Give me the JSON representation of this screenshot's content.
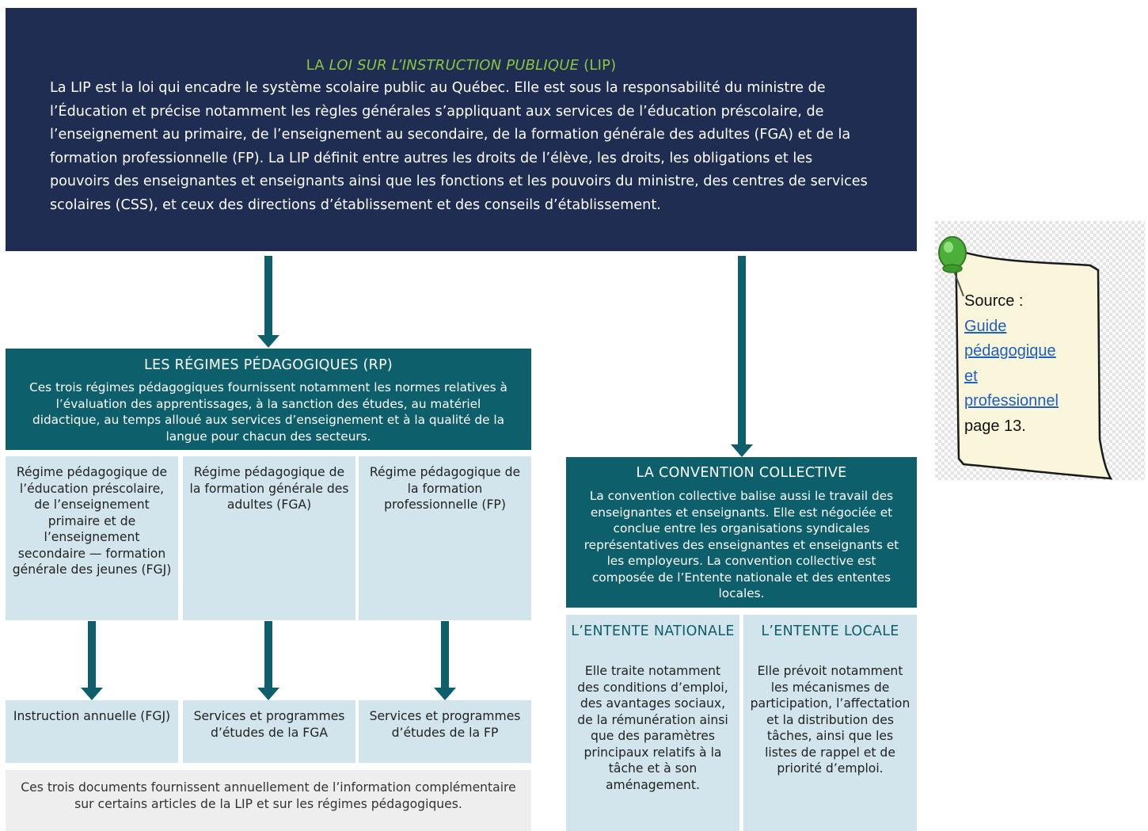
{
  "lip": {
    "title_prefix": "LA ",
    "title_italic": "LOI SUR L’INSTRUCTION PUBLIQUE",
    "title_suffix": " (LIP)",
    "body": "La LIP est la loi qui encadre le système scolaire public au Québec. Elle est sous la responsabilité du ministre de l’Éducation et précise notamment les règles générales s’appliquant aux services de l’éducation préscolaire, de l’enseignement au primaire, de l’enseignement au secondaire, de la formation générale des adultes (FGA) et de la formation professionnelle (FP). La LIP définit entre autres les droits de l’élève, les droits, les obligations et les pouvoirs des enseignantes et enseignants ainsi que les fonctions et les pouvoirs du ministre, des centres de services scolaires (CSS), et ceux des directions d’établissement et des conseils d’établissement."
  },
  "rp": {
    "title": "LES RÉGIMES PÉDAGOGIQUES (RP)",
    "body": "Ces trois régimes pédagogiques fournissent notamment les normes relatives à l’évaluation des apprentissages, à la sanction des études, au matériel didactique, au temps alloué aux services d’enseignement et à la qualité de la langue pour chacun des secteurs."
  },
  "regimes": [
    "Régime pédagogique de l’éducation préscolaire, de l’enseignement primaire et de l’enseignement secondaire — formation générale des jeunes (FGJ)",
    "Régime pédagogique de la formation générale des adultes (FGA)",
    "Régime pédagogique de la formation professionnelle (FP)"
  ],
  "documents": [
    "Instruction annuelle (FGJ)",
    "Services et programmes d’études de la FGA",
    "Services et programmes d’études de la FP"
  ],
  "footnote": "Ces trois documents fournissent annuellement de l’information complémentaire sur certains articles de la LIP et sur les régimes pédagogiques.",
  "cc": {
    "title": "LA CONVENTION COLLECTIVE",
    "body": "La convention collective balise aussi le travail des enseignantes et enseignants. Elle est négociée et conclue entre les organisations syndicales représentatives des enseignantes et enseignants et les employeurs. La convention collective est composée de l’Entente nationale et des ententes locales."
  },
  "ententes": [
    {
      "title": "L’ENTENTE NATIONALE",
      "body": "Elle traite notamment des conditions d’emploi, des avantages sociaux, de la rémunération ainsi que des paramètres principaux relatifs à la tâche et à son aménagement."
    },
    {
      "title": "L’ENTENTE LOCALE",
      "body": "Elle prévoit notamment les mécanismes de participation, l’affectation et la distribution des tâches, ainsi que les listes de rappel et de priorité d’emploi."
    }
  ],
  "note": {
    "source_label": "Source :",
    "link_lines": [
      "Guide",
      "pédagogique",
      "et",
      "professionnel"
    ],
    "page_ref": "page 13."
  },
  "colors": {
    "navy": "#1f2d52",
    "teal": "#0e5f6c",
    "light_blue": "#d3e5ec",
    "green_title": "#8cc63f",
    "link": "#1f5fbf"
  }
}
